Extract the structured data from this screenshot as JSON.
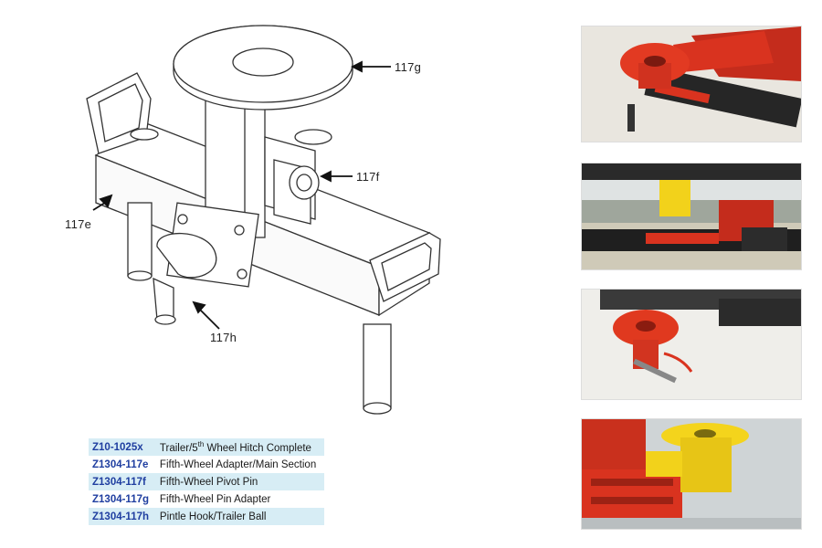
{
  "callouts": {
    "g": "117g",
    "f": "117f",
    "e": "117e",
    "h": "117h"
  },
  "parts": [
    {
      "code": "Z10-1025x",
      "desc_pre": "Trailer/5",
      "sup": "th",
      "desc_post": " Wheel Hitch Complete"
    },
    {
      "code": "Z1304-117e",
      "desc_pre": "Fifth-Wheel Adapter/Main Section",
      "sup": "",
      "desc_post": ""
    },
    {
      "code": "Z1304-117f",
      "desc_pre": "Fifth-Wheel Pivot Pin",
      "sup": "",
      "desc_post": ""
    },
    {
      "code": "Z1304-117g",
      "desc_pre": "Fifth-Wheel Pin Adapter",
      "sup": "",
      "desc_post": ""
    },
    {
      "code": "Z1304-117h",
      "desc_pre": "Pintle Hook/Trailer Ball",
      "sup": "",
      "desc_post": ""
    }
  ],
  "colors": {
    "part_code": "#1f3ea0",
    "row_shade": "#d7edf5",
    "equipment_red": "#d9331f",
    "equipment_yellow": "#f2d21b"
  }
}
